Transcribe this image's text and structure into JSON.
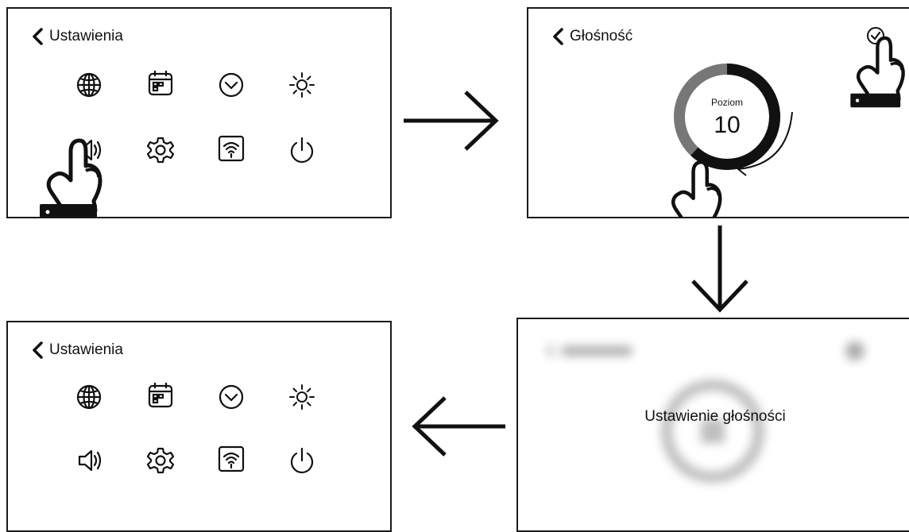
{
  "screens": {
    "settings": {
      "back_label": "Ustawienia"
    },
    "volume": {
      "back_label": "Głośność",
      "dial_caption": "Poziom",
      "dial_value": "10",
      "level_fraction": 0.62
    },
    "confirm": {
      "message": "Ustawienie głośności"
    },
    "settings_after": {
      "back_label": "Ustawienia"
    }
  },
  "settings_icons": [
    "globe-icon",
    "calendar-icon",
    "clock-icon",
    "brightness-icon",
    "speaker-icon",
    "gear-icon",
    "wifi-icon",
    "power-icon"
  ],
  "colors": {
    "ink": "#111111",
    "dial_track": "#777777",
    "frame": "#1a1a1a"
  }
}
